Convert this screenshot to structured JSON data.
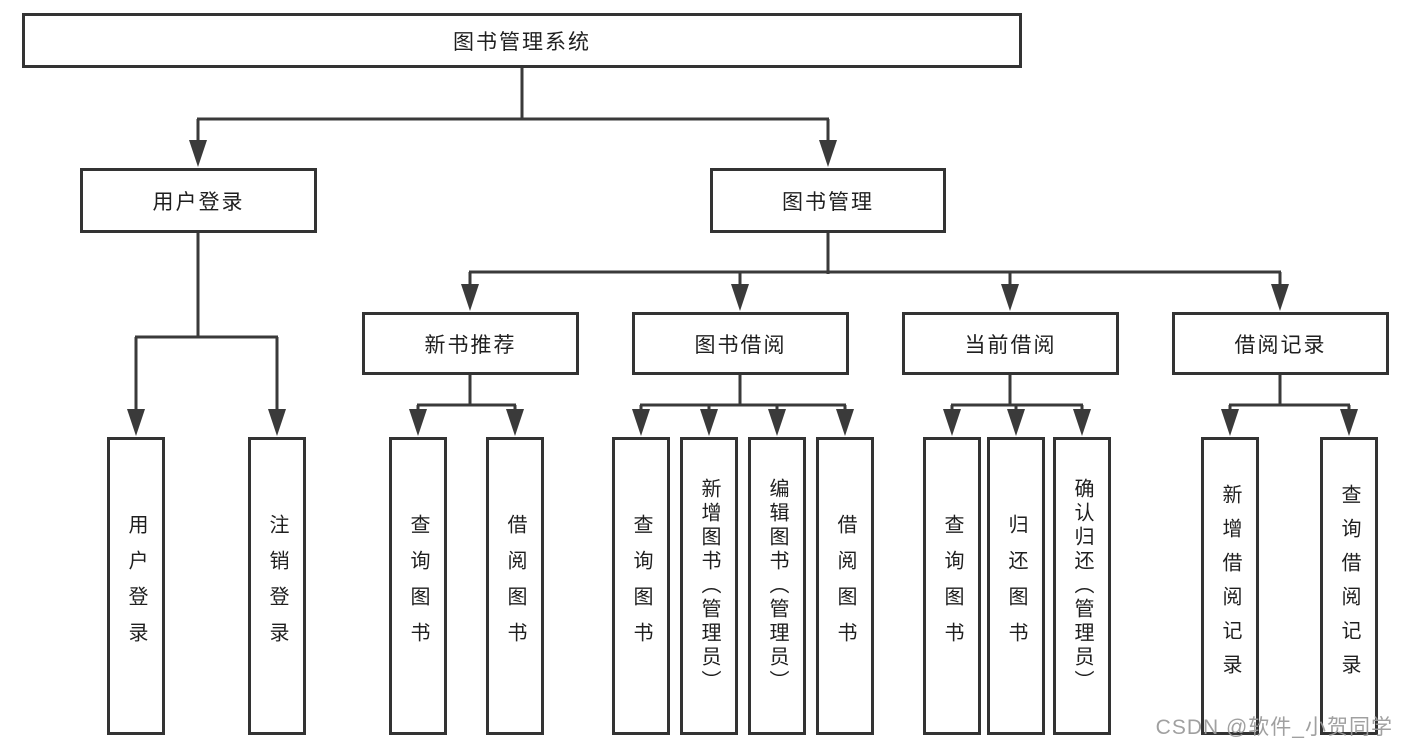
{
  "tree": {
    "root": {
      "label": "图书管理系统"
    },
    "children": [
      {
        "label": "用户登录",
        "children": [
          {
            "label": "用户登录"
          },
          {
            "label": "注销登录"
          }
        ]
      },
      {
        "label": "图书管理",
        "children": [
          {
            "label": "新书推荐",
            "children": [
              {
                "label": "查询图书"
              },
              {
                "label": "借阅图书"
              }
            ]
          },
          {
            "label": "图书借阅",
            "children": [
              {
                "label": "查询图书"
              },
              {
                "label": "新增图书（管理员）"
              },
              {
                "label": "编辑图书（管理员）"
              },
              {
                "label": "借阅图书"
              }
            ]
          },
          {
            "label": "当前借阅",
            "children": [
              {
                "label": "查询图书"
              },
              {
                "label": "归还图书"
              },
              {
                "label": "确认归还（管理员）"
              }
            ]
          },
          {
            "label": "借阅记录",
            "children": [
              {
                "label": "新增借阅记录"
              },
              {
                "label": "查询借阅记录"
              }
            ]
          }
        ]
      }
    ]
  },
  "watermark": {
    "text": "CSDN @软件_小贺同学"
  },
  "colors": {
    "line": "#3a3a3a",
    "box_border": "#333333",
    "text": "#1f1f1f",
    "watermark": "#9b9b9b"
  }
}
